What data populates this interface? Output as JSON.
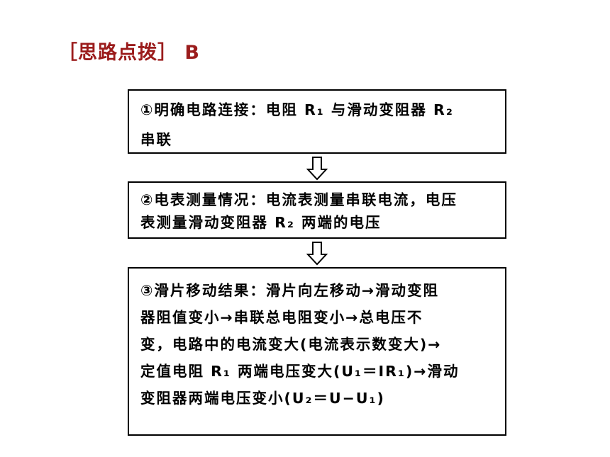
{
  "heading": "［思路点拨］ B",
  "steps": [
    {
      "lines": [
        "①明确电路连接：电阻 R₁ 与滑动变阻器 R₂",
        "串联"
      ]
    },
    {
      "lines": [
        "②电表测量情况：电流表测量串联电流，电压",
        "表测量滑动变阻器 R₂ 两端的电压"
      ]
    },
    {
      "lines": [
        "③滑片移动结果：滑片向左移动→滑动变阻",
        "器阻值变小→串联总电阻变小→总电压不",
        "变，电路中的电流变大(电流表示数变大)→",
        "定值电阻 R₁ 两端电压变大(U₁＝IR₁)→滑动",
        "变阻器两端电压变小(U₂＝U−U₁)"
      ]
    }
  ],
  "arrow_icon": "down-arrow-outline-icon"
}
